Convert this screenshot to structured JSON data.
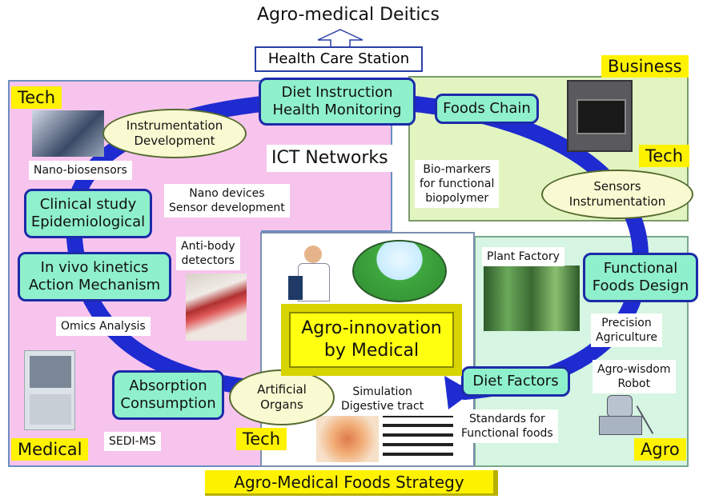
{
  "header": {
    "title": "Agro-medical Deitics",
    "station": "Health Care Station"
  },
  "tags": {
    "tech_left": "Tech",
    "business": "Business",
    "tech_right": "Tech",
    "medical": "Medical",
    "tech_bottom": "Tech",
    "agro": "Agro"
  },
  "nodes": {
    "diet_instruction": [
      "Diet Instruction",
      "Health Monitoring"
    ],
    "foods_chain": [
      "Foods Chain"
    ],
    "clinical_study": [
      "Clinical study",
      "Epidemiological"
    ],
    "in_vivo": [
      "In vivo kinetics",
      "Action Mechanism"
    ],
    "functional_foods": [
      "Functional",
      "Foods Design"
    ],
    "absorption": [
      "Absorption",
      "Consumption"
    ],
    "diet_factors": [
      "Diet Factors"
    ]
  },
  "ellipses": {
    "instrumentation": [
      "Instrumentation",
      "Development"
    ],
    "sensors": [
      "Sensors",
      "Instrumentation"
    ],
    "artificial_organs": [
      "Artificial",
      "Organs"
    ]
  },
  "labels": {
    "ict_networks": "ICT Networks",
    "nano_biosensors": "Nano-biosensors",
    "nano_devices": [
      "Nano devices",
      "Sensor development"
    ],
    "anti_body": [
      "Anti-body",
      "detectors"
    ],
    "biomarkers": [
      "Bio-markers",
      "for functional",
      "biopolymer"
    ],
    "plant_factory": "Plant Factory",
    "omics": "Omics Analysis",
    "precision": [
      "Precision",
      "Agriculture"
    ],
    "agro_wisdom": [
      "Agro-wisdom",
      "Robot"
    ],
    "simulation": [
      "Simulation",
      "Digestive tract"
    ],
    "standards": [
      "Standards for",
      "Functional foods"
    ],
    "sedi_ms": "SEDI-MS"
  },
  "center": {
    "line1": "Agro-innovation",
    "line2": "by Medical"
  },
  "footer": {
    "strategy": "Agro-Medical Foods Strategy"
  },
  "colors": {
    "tech_region": "#f7c4ee",
    "business_region": "#e2f5c0",
    "agro_region": "#d6f5e2",
    "medical_region": "#f7c4ee",
    "node_fill": "#8ff0cc",
    "node_border": "#1c2ba8",
    "tag_fill": "#fff200",
    "ring": "#1e2bd0"
  }
}
